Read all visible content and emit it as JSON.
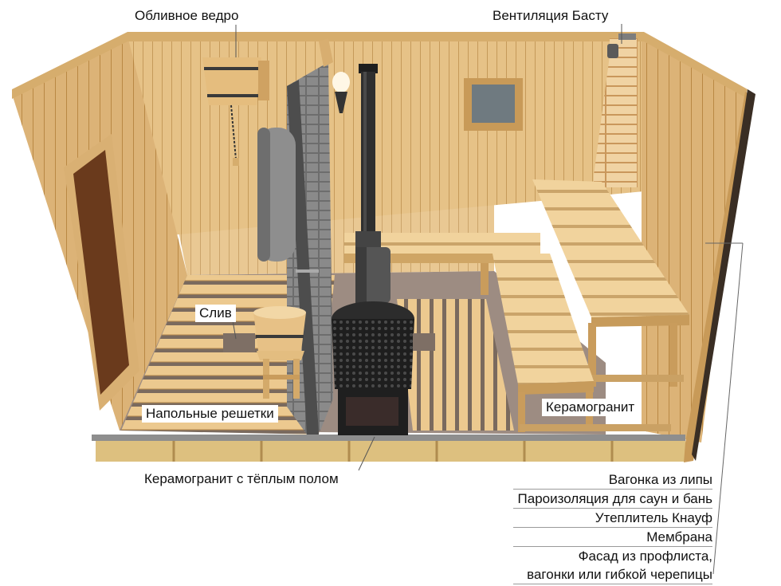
{
  "labels": {
    "bucket": "Обливное ведро",
    "ventilation": "Вентиляция Басту",
    "drain": "Слив",
    "floor_grates": "Напольные решетки",
    "porcelain": "Керамогранит",
    "porcelain_heated": "Керамогранит  с тёплым полом"
  },
  "wall_layers": [
    "Вагонка из липы",
    "Пароизоляция для саун и бань",
    "Утеплитель Кнауф",
    "Мембрана",
    "Фасад из профлиста,",
    "вагонки или гибкой черепицы"
  ],
  "colors": {
    "wood_light": "#e9c88e",
    "wood_mid": "#d7ac6a",
    "wood_dark": "#b98844",
    "stove": "#2b2b2b",
    "tile": "#9a8a80"
  }
}
